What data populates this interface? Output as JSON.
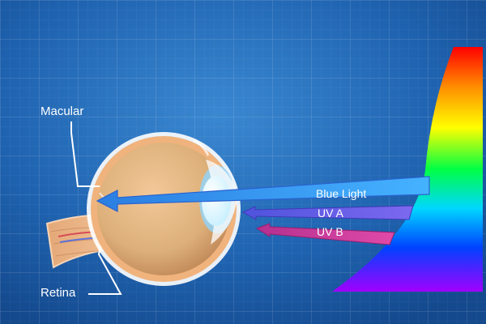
{
  "labels": {
    "macular": "Macular",
    "retina": "Retina",
    "blue_light": "Blue Light",
    "uv_a": "UV A",
    "uv_b": "UV B"
  },
  "colors": {
    "background": "#1f63b0",
    "blue_light_beam": "#2f8fe6",
    "uv_a_beam": "#6e57d8",
    "uv_b_beam": "#c53a95",
    "eyeball": "#e6ae7d",
    "lens": "#d9f5ff"
  },
  "icons": {
    "eye": "eye-cross-section-icon",
    "spectrum": "color-spectrum-icon"
  }
}
